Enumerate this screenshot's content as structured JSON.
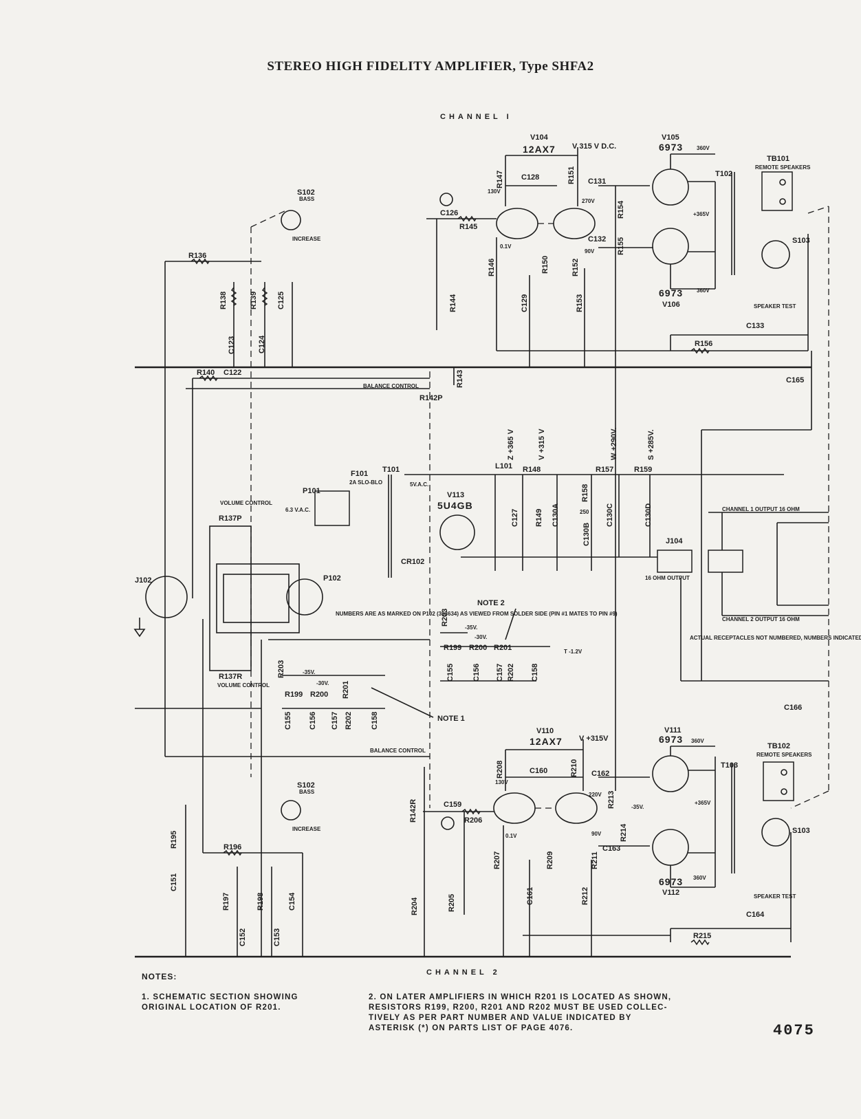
{
  "title": "STEREO HIGH FIDELITY AMPLIFIER, Type SHFA2",
  "channel_top": "CHANNEL    I",
  "channel_bottom": "CHANNEL    2",
  "tubes": {
    "v104_id": "V104",
    "v104_type": "12AX7",
    "v105_id": "V105",
    "v105_type": "6973",
    "v106_id": "V106",
    "v106_type": "6973",
    "v110_id": "V110",
    "v110_type": "12AX7",
    "v111_id": "V111",
    "v111_type": "6973",
    "v112_id": "V112",
    "v112_type": "6973",
    "v113_id": "V113",
    "v113_type": "5U4GB"
  },
  "supply": {
    "v_top": "V 315 V D.C.",
    "v_bot": "V +315V",
    "z": "Z +365 V",
    "v": "V +315 V",
    "w": "W +290V.",
    "s": "S +285V."
  },
  "switches": {
    "s102": "S102",
    "bass": "BASS",
    "increase": "INCREASE",
    "s103": "S103"
  },
  "transformers": {
    "t101": "T101",
    "t102": "T102",
    "t103": "T103"
  },
  "terminals": {
    "tb101": "TB101",
    "tb102": "TB102",
    "remote": "REMOTE SPEAKERS",
    "speaker_test": "SPEAKER TEST",
    "j102": "J102",
    "j104": "J104",
    "p101": "P101",
    "p102": "P102",
    "f101": "F101",
    "fuse": "2A SLO-BLO",
    "l101": "L101",
    "cr102": "CR102"
  },
  "labels": {
    "balance_control": "BALANCE CONTROL",
    "volume_control": "VOLUME CONTROL",
    "r137p": "R137P",
    "r137r": "R137R",
    "r142p": "R142P",
    "r142r": "R142R",
    "sixv": "6.3 V.A.C.",
    "fivev": "5V.A.C.",
    "p102_note": "NUMBERS ARE AS MARKED ON P102 (303634) AS VIEWED FROM SOLDER SIDE (PIN #1 MATES TO PIN #9)",
    "ch1_out": "CHANNEL 1 OUTPUT 16 OHM",
    "ch2_out": "CHANNEL 2 OUTPUT 16 OHM",
    "ohm_out": "16 OHM OUTPUT",
    "receptacles": "ACTUAL RECEPTACLES NOT NUMBERED, NUMBERS INDICATED FOR REFERENCE ONLY",
    "note_1": "NOTE 1",
    "note_2": "NOTE 2",
    "t_bias": "T -1.2V",
    "minus35": "-35V.",
    "minus30": "-30V."
  },
  "components": {
    "r136": "R136",
    "r138": "R138",
    "r139": "R139",
    "r140": "R140",
    "r143": "R143",
    "r144": "R144",
    "r145": "R145",
    "r146": "R146",
    "r147": "R147",
    "r148": "R148",
    "r149": "R149",
    "r150": "R150",
    "r151": "R151",
    "r152": "R152",
    "r153": "R153",
    "r154": "R154",
    "r155": "R155",
    "r156": "R156",
    "r157": "R157",
    "r158": "R158",
    "r159": "R159",
    "r195": "R195",
    "r196": "R196",
    "r197": "R197",
    "r198": "R198",
    "r199": "R199",
    "r200": "R200",
    "r201": "R201",
    "r202": "R202",
    "r203": "R203",
    "r204": "R204",
    "r205": "R205",
    "r206": "R206",
    "r207": "R207",
    "r208": "R208",
    "r209": "R209",
    "r210": "R210",
    "r211": "R211",
    "r212": "R212",
    "r213": "R213",
    "r214": "R214",
    "r215": "R215",
    "c122": "C122",
    "c123": "C123",
    "c124": "C124",
    "c125": "C125",
    "c126": "C126",
    "c127": "C127",
    "c128": "C128",
    "c129": "C129",
    "c130a": "C130A",
    "c130b": "C130B",
    "c130c": "C130C",
    "c130d": "C130D",
    "c131": "C131",
    "c132": "C132",
    "c133": "C133",
    "c151": "C151",
    "c152": "C152",
    "c153": "C153",
    "c154": "C154",
    "c155": "C155",
    "c156": "C156",
    "c157": "C157",
    "c158": "C158",
    "c159": "C159",
    "c160": "C160",
    "c161": "C161",
    "c162": "C162",
    "c163": "C163",
    "c164": "C164",
    "c165": "C165",
    "c166": "C166"
  },
  "voltages": {
    "v130": "130V",
    "v270": "270V",
    "v01": "0.1V",
    "v90": "90V",
    "v360": "360V",
    "v220": "220V",
    "v365": "+365V",
    "v250": "250"
  },
  "notes": {
    "heading": "NOTES:",
    "note1": "1. SCHEMATIC SECTION SHOWING\n    ORIGINAL LOCATION OF R201.",
    "note2": "2. ON LATER AMPLIFIERS IN WHICH R201 IS LOCATED AS SHOWN,\n    RESISTORS R199, R200, R201 AND R202 MUST BE USED COLLEC-\n    TIVELY AS PER PART NUMBER AND VALUE INDICATED BY\n    ASTERISK (*) ON PARTS LIST OF PAGE 4076."
  },
  "page_number": "4075"
}
